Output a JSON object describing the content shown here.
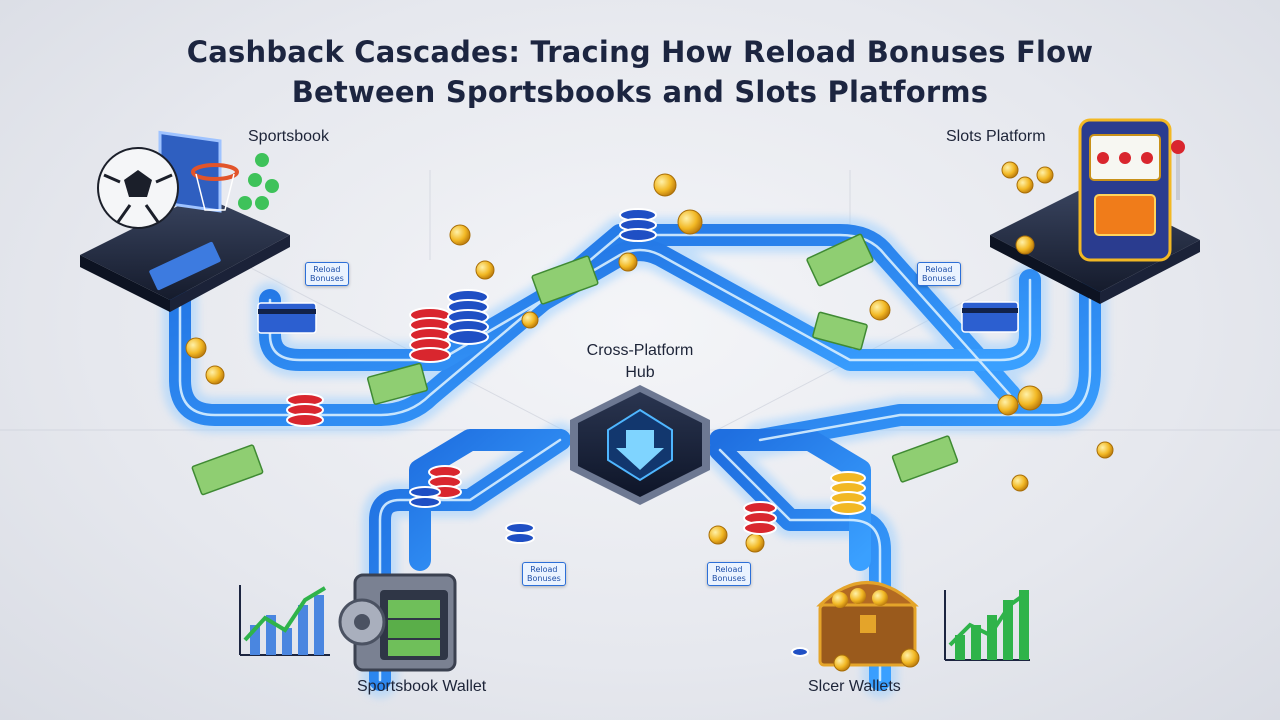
{
  "title": {
    "line1": "Cashback Cascades: Tracing How Reload Bonuses Flow",
    "line2": "Between Sportsbooks and Slots Platforms"
  },
  "nodes": {
    "sportsbook": "Sportsbook",
    "slots_platform": "Slots Platform",
    "hub_line1": "Cross-Platform",
    "hub_line2": "Hub",
    "sportsbook_wallet": "Sportsbook Wallet",
    "slots_wallets": "Slcer Wallets"
  },
  "tags": {
    "reload_line1": "Reload",
    "reload_line2": "Bonuses"
  },
  "colors": {
    "track": "#3a8ef0",
    "track_glow": "#9fd0ff",
    "accent_gold": "#f2b824",
    "chip_red": "#d9262e",
    "chip_blue": "#1f4fc4",
    "cash_green": "#7fc46a"
  }
}
